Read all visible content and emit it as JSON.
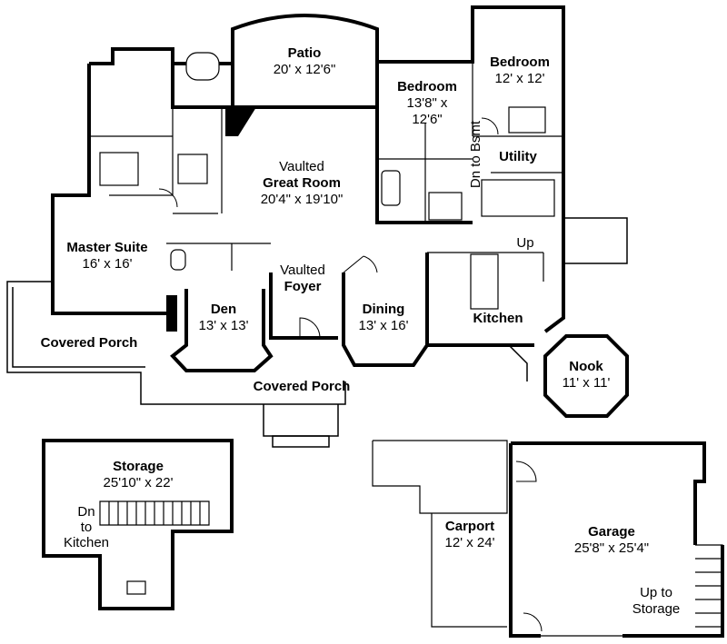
{
  "rooms": {
    "patio": {
      "name": "Patio",
      "size": "20' x 12'6\""
    },
    "bedroom1": {
      "name": "Bedroom",
      "size": "12' x 12'"
    },
    "bedroom2": {
      "name": "Bedroom",
      "line2": "13'8\" x",
      "line3": "12'6\""
    },
    "stair_note": "Dn to Bsmt",
    "utility": {
      "name": "Utility"
    },
    "great_room": {
      "line1": "Vaulted",
      "name": "Great Room",
      "size": "20'4\" x 19'10\""
    },
    "master": {
      "name": "Master Suite",
      "size": "16' x 16'"
    },
    "foyer": {
      "line1": "Vaulted",
      "name": "Foyer"
    },
    "up_label": "Up",
    "den": {
      "name": "Den",
      "size": "13' x 13'"
    },
    "dining": {
      "name": "Dining",
      "size": "13' x 16'"
    },
    "kitchen": {
      "name": "Kitchen"
    },
    "covered_porch_left": "Covered Porch",
    "covered_porch_front": "Covered Porch",
    "nook": {
      "name": "Nook",
      "size": "11' x 11'"
    },
    "storage": {
      "name": "Storage",
      "size": "25'10\" x 22'",
      "stair_note": [
        "Dn",
        "to",
        "Kitchen"
      ]
    },
    "carport": {
      "name": "Carport",
      "size": "12' x 24'"
    },
    "garage": {
      "name": "Garage",
      "size": "25'8\" x 25'4\"",
      "stair_note": [
        "Up to",
        "Storage"
      ]
    }
  }
}
